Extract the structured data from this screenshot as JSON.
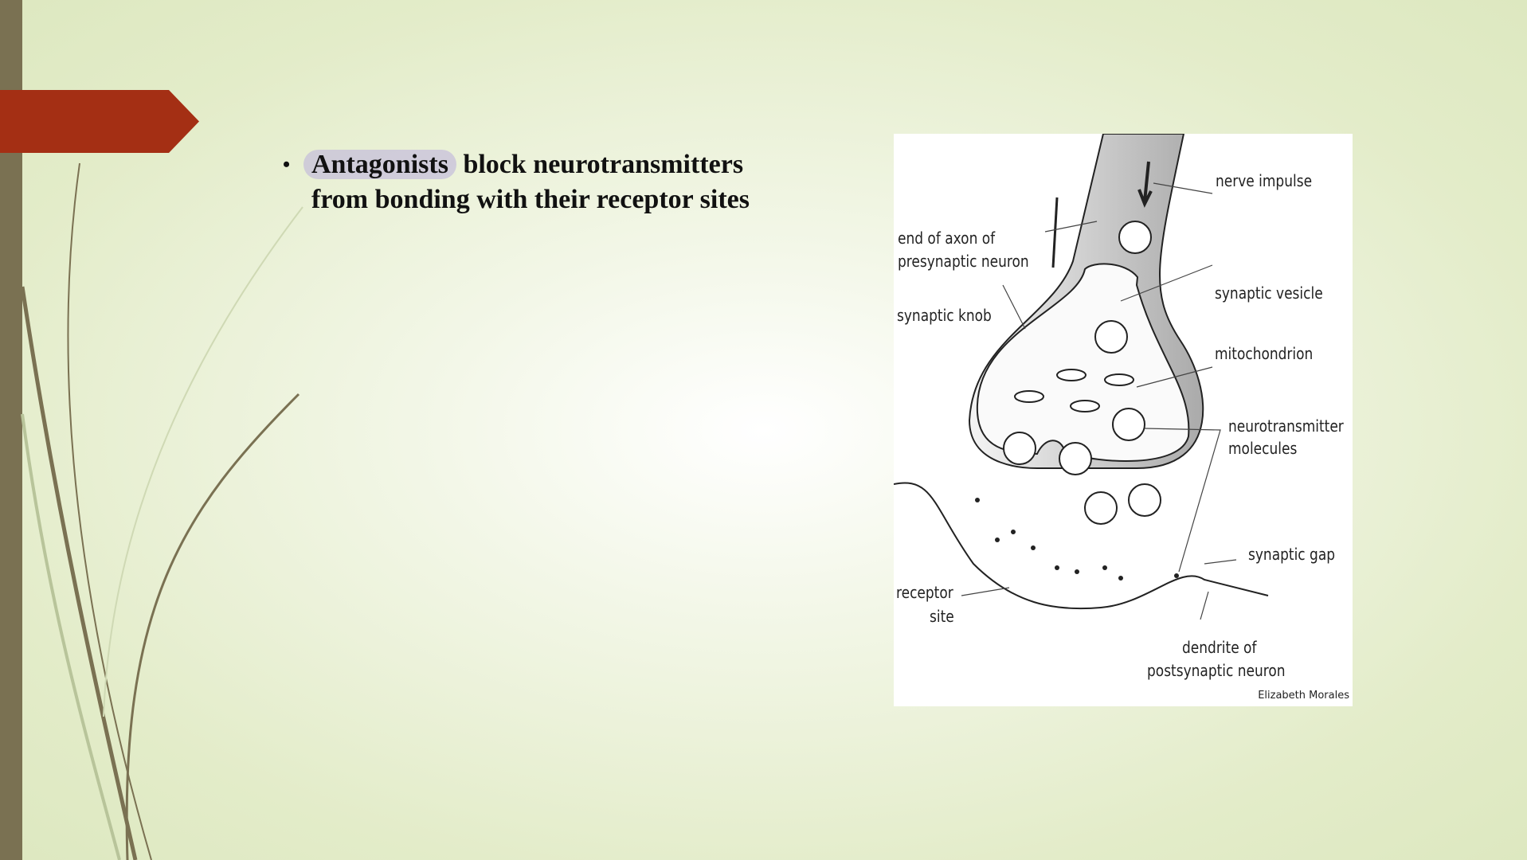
{
  "slide": {
    "bullets": [
      {
        "highlighted": "Antagonists",
        "rest": " block neurotransmitters from bonding with their receptor sites"
      }
    ]
  },
  "diagram": {
    "labels": {
      "nerve_impulse": "nerve impulse",
      "end_of_axon_1": "end of axon of",
      "end_of_axon_2": "presynaptic neuron",
      "synaptic_vesicle": "synaptic vesicle",
      "synaptic_knob": "synaptic knob",
      "mitochondrion": "mitochondrion",
      "neurotransmitter_1": "neurotransmitter",
      "neurotransmitter_2": "molecules",
      "synaptic_gap": "synaptic gap",
      "receptor_1": "receptor",
      "receptor_2": "site",
      "dendrite_1": "dendrite of",
      "dendrite_2": "postsynaptic neuron"
    },
    "credit": "Elizabeth Morales"
  },
  "colors": {
    "accent_red": "#a42f14",
    "sidebar": "#7a7152"
  }
}
